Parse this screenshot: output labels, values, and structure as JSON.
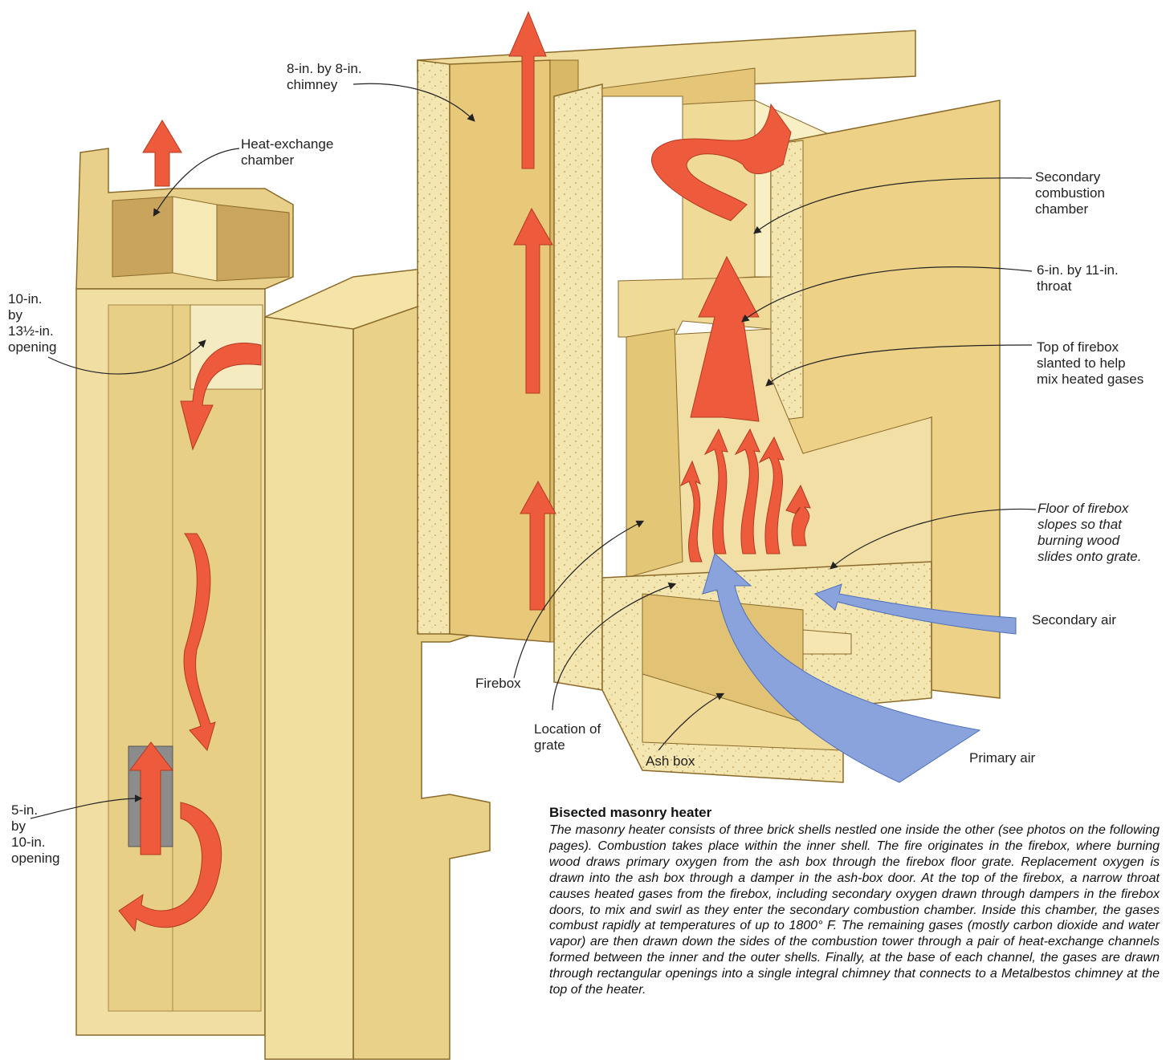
{
  "labels": {
    "chimney": "8-in. by 8-in.\nchimney",
    "heat_exchange_chamber": "Heat-exchange\nchamber",
    "opening_10x13": "10-in.\nby\n13½-in.\nopening",
    "opening_5x10": "5-in.\nby\n10-in.\nopening",
    "secondary_combustion_chamber": "Secondary\ncombustion\nchamber",
    "throat": "6-in. by 11-in.\nthroat",
    "top_of_firebox": "Top of firebox\nslanted to help\nmix heated gases",
    "floor_of_firebox": "Floor of firebox\nslopes so that\nburning wood\nslides onto grate.",
    "secondary_air": "Secondary air",
    "primary_air": "Primary air",
    "firebox": "Firebox",
    "location_of_grate": "Location of\ngrate",
    "ash_box": "Ash box"
  },
  "caption": {
    "title": "Bisected masonry heater",
    "body": "The masonry heater consists of three brick shells nestled one inside the other (see photos on the following pages). Combustion takes place within the inner shell. The fire originates in the firebox, where burning wood draws primary oxygen from the ash box through the firebox floor grate. Replacement oxygen is drawn into the ash box through a damper in the ash-box door. At the top of the firebox, a narrow throat causes heated gases from the firebox, including secondary oxygen drawn through dampers in the firebox doors, to mix and swirl as they enter the secondary combustion chamber. Inside this chamber, the gases combust rapidly at temperatures of up to 1800° F. The remaining gases (mostly carbon dioxide and water vapor) are then drawn down the sides of the combustion tower through a pair of heat-exchange channels formed between the inner and the outer shells. Finally, at the base of each channel, the gases are drawn through rectangular openings into a single integral chimney that connects to a Metalbestos chimney at the top of the heater."
  },
  "colors": {
    "brick_light": "#f3e3a6",
    "brick_mid": "#e6cc7c",
    "brick_dark": "#c9a85a",
    "hot_gas": "#ee5a3c",
    "air_flow": "#8aa3dd"
  }
}
